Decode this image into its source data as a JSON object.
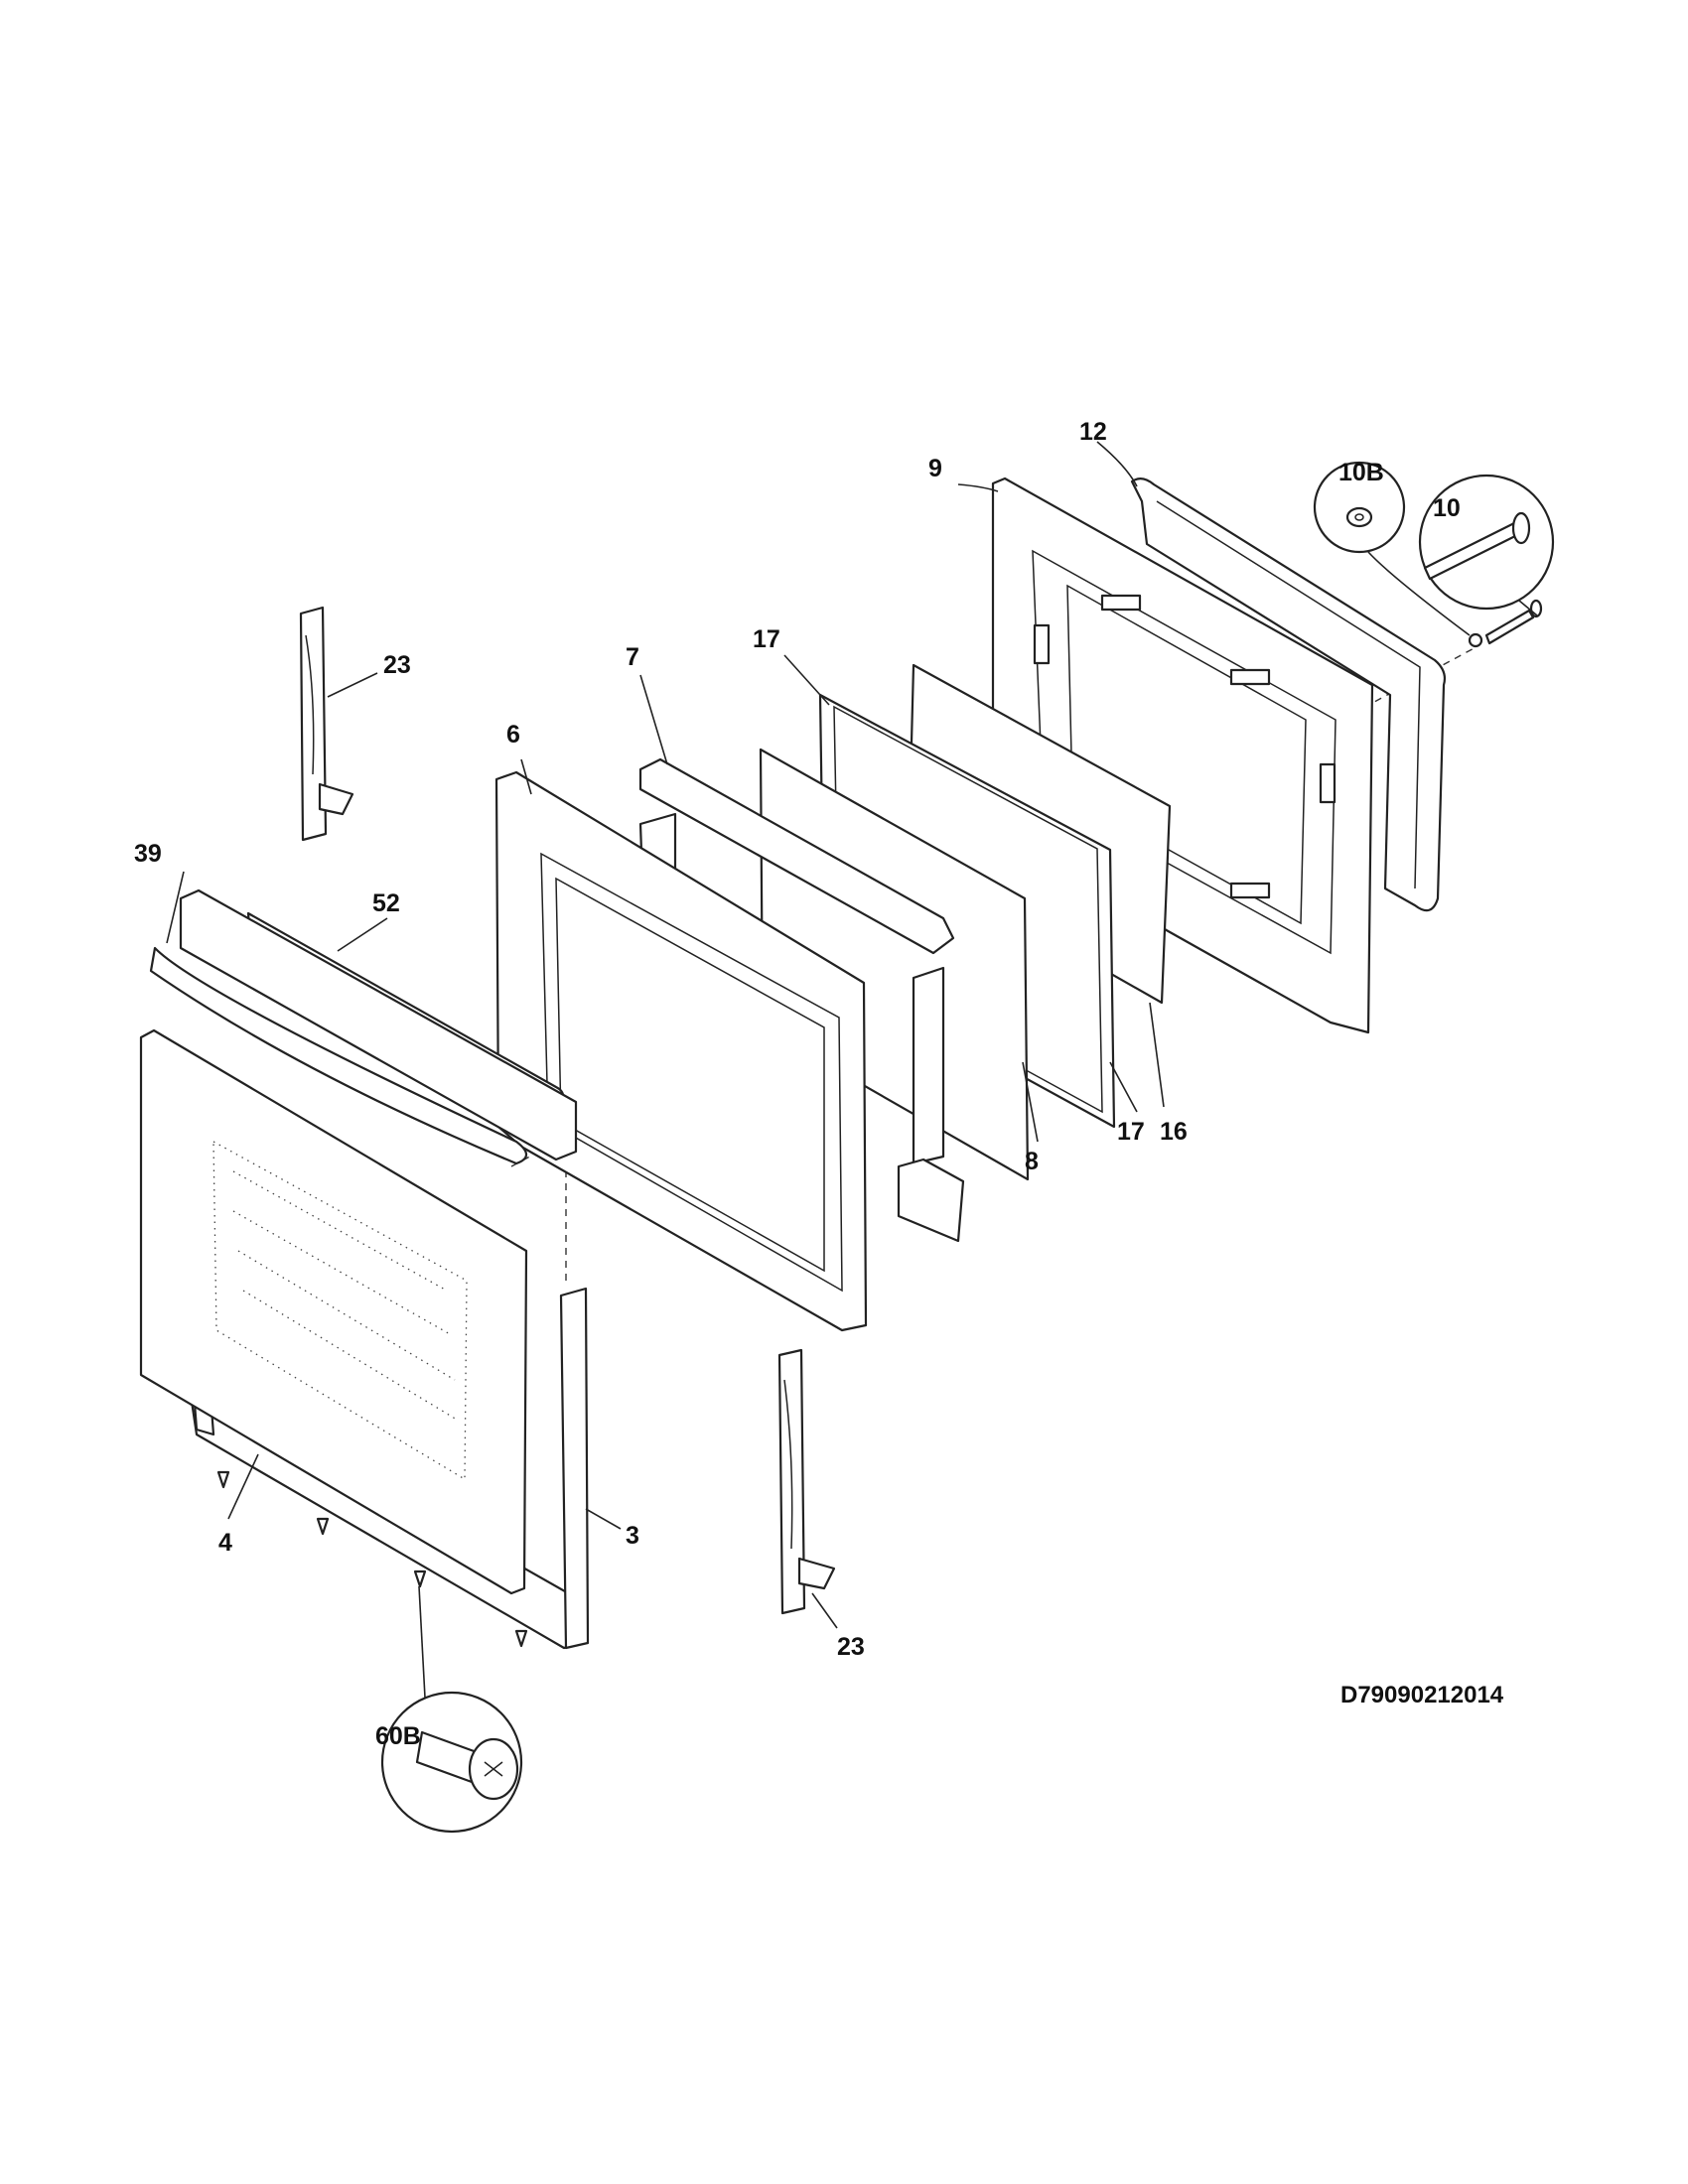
{
  "diagram_code": "D79090212014",
  "labels": {
    "p3": "3",
    "p4": "4",
    "p6": "6",
    "p7": "7",
    "p8": "8",
    "p9": "9",
    "p10": "10",
    "p10b": "10B",
    "p12": "12",
    "p16": "16",
    "p17a": "17",
    "p17b": "17",
    "p23a": "23",
    "p23b": "23",
    "p39": "39",
    "p52": "52",
    "p60b": "60B"
  }
}
